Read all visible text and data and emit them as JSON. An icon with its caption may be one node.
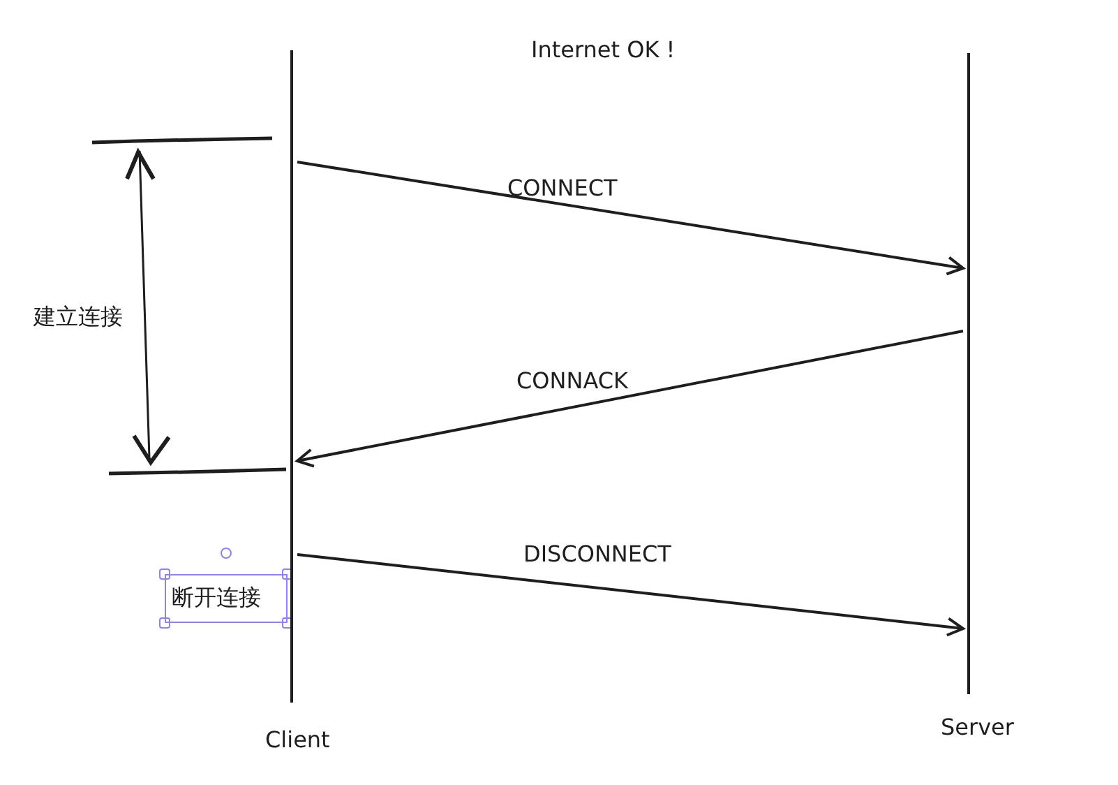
{
  "diagram": {
    "title": "Internet OK !",
    "nodes": [
      {
        "text": [
          "Client"
        ]
      },
      {
        "text": [
          "Server"
        ]
      }
    ],
    "edges": [
      {
        "from": 0,
        "to": 1,
        "arrow": "to",
        "label": "CONNECT"
      },
      {
        "from": 1,
        "to": 0,
        "arrow": "to",
        "label": "CONNACK"
      },
      {
        "from": 0,
        "to": 1,
        "arrow": "to",
        "label": "DISCONNECT"
      }
    ],
    "labels": [
      "建立连接",
      "断开连接"
    ]
  }
}
